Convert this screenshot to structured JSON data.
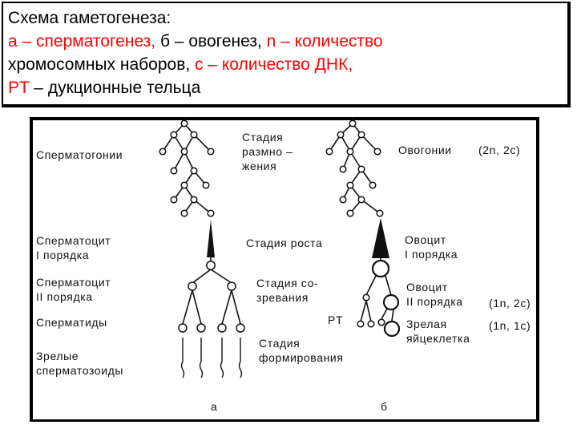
{
  "caption": {
    "line1": "Схема гаметогенеза:",
    "line2": [
      {
        "text": "а – сперматогенез, ",
        "color": "red"
      },
      {
        "text": "б – овогенез, ",
        "color": "black"
      },
      {
        "text": "n – количество",
        "color": "red"
      }
    ],
    "line3": [
      {
        "text": "хромосомных наборов, ",
        "color": "black"
      },
      {
        "text": "с – количество ДНК,",
        "color": "red"
      }
    ],
    "line4": [
      {
        "text": "PT",
        "color": "red"
      },
      {
        "text": " – дукционные тельца",
        "color": "black"
      }
    ]
  },
  "diagram": {
    "left_labels": {
      "spermatogonia": "Сперматогонии",
      "spermatocyte1_l1": "Сперматоцит",
      "spermatocyte1_l2": "I порядка",
      "spermatocyte2_l1": "Сперматоцит",
      "spermatocyte2_l2": "II порядка",
      "spermatids": "Сперматиды",
      "mature_l1": "Зрелые",
      "mature_l2": "сперматозоиды"
    },
    "middle_labels": {
      "reproduction_l1": "Стадия",
      "reproduction_l2": "размно –",
      "reproduction_l3": "жения",
      "growth": "Стадия роста",
      "maturation_l1": "Стадия  со-",
      "maturation_l2": "зревания",
      "formation_l1": "Стадия",
      "formation_l2": "формирования"
    },
    "right_labels": {
      "oogonia": "Овогонии",
      "oogonia_formula": "(2n, 2c)",
      "oocyte1_l1": "Овоцит",
      "oocyte1_l2": "I порядка",
      "oocyte2_l1": "Овоцит",
      "oocyte2_l2": "II порядка",
      "oocyte2_formula": "(1n, 2c)",
      "pt": "PT",
      "egg_l1": "Зрелая",
      "egg_l2": "яйцеклетка",
      "egg_formula": "(1n, 1c)"
    },
    "panel_a": "а",
    "panel_b": "б"
  }
}
